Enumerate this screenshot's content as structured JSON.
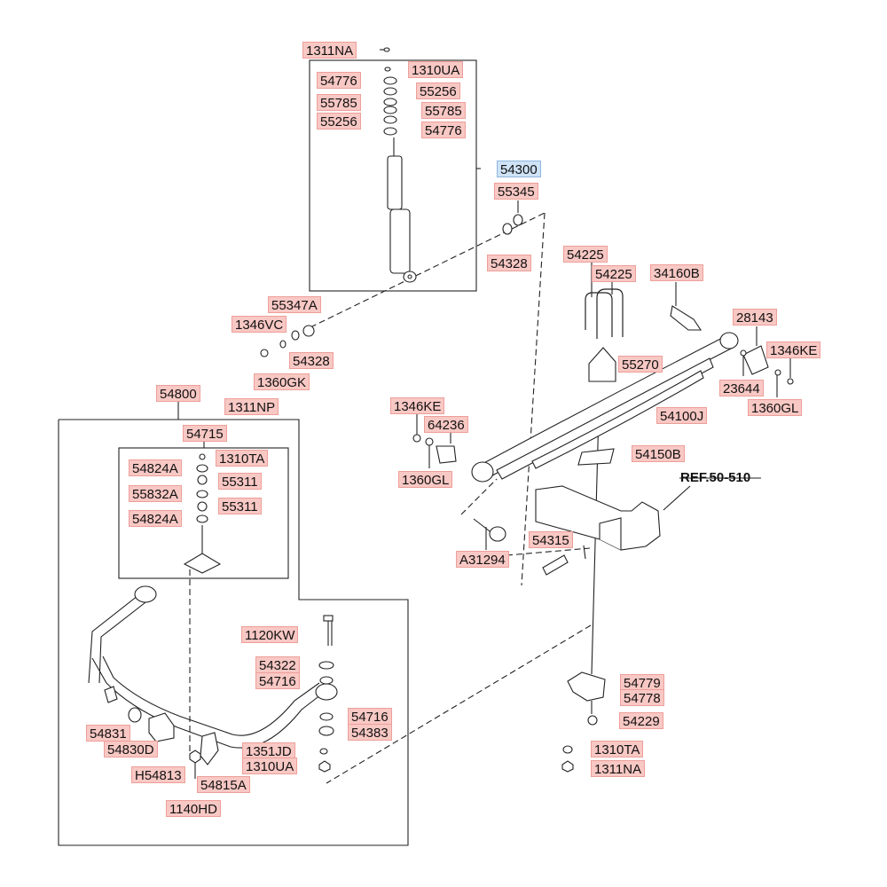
{
  "colors": {
    "label_fill": "#f8c8c4",
    "label_border": "#ee9f99",
    "selected_fill": "#cfe3f7",
    "selected_border": "#8fb6de",
    "line": "#222222"
  },
  "selected_part": "54300",
  "ref_note": "REF.50-510",
  "labels": {
    "p1311NA_top": "1311NA",
    "p1310UA_top": "1310UA",
    "p54776_a": "54776",
    "p55256_a": "55256",
    "p55785_a": "55785",
    "p55785_b": "55785",
    "p55256_b": "55256",
    "p54776_b": "54776",
    "p54300": "54300",
    "p55345": "55345",
    "p54328_a": "54328",
    "p55347A": "55347A",
    "p1346VC": "1346VC",
    "p54328_b": "54328",
    "p1360GK": "1360GK",
    "p54225_a": "54225",
    "p54225_b": "54225",
    "p34160B": "34160B",
    "p28143": "28143",
    "p1346KE_r": "1346KE",
    "p55270": "55270",
    "p23644": "23644",
    "p1360GL_r": "1360GL",
    "p54100J": "54100J",
    "p1346KE_l": "1346KE",
    "p64236": "64236",
    "p1360GL_l": "1360GL",
    "p54150B": "54150B",
    "pA31294": "A31294",
    "p54315": "54315",
    "p54800": "54800",
    "p1311NP": "1311NP",
    "p54715": "54715",
    "p54824A_a": "54824A",
    "p1310TA_box": "1310TA",
    "p55311_a": "55311",
    "p55832A": "55832A",
    "p55311_b": "55311",
    "p54824A_b": "54824A",
    "p1120KW": "1120KW",
    "p54322": "54322",
    "p54716_a": "54716",
    "p54716_b": "54716",
    "p54383": "54383",
    "p1351JD": "1351JD",
    "p1310UA_b": "1310UA",
    "p54831": "54831",
    "p54830D": "54830D",
    "pH54813": "H54813",
    "p54815A": "54815A",
    "p1140HD": "1140HD",
    "p54779": "54779",
    "p54778": "54778",
    "p54229": "54229",
    "p1310TA_r": "1310TA",
    "p1311NA_r": "1311NA"
  }
}
